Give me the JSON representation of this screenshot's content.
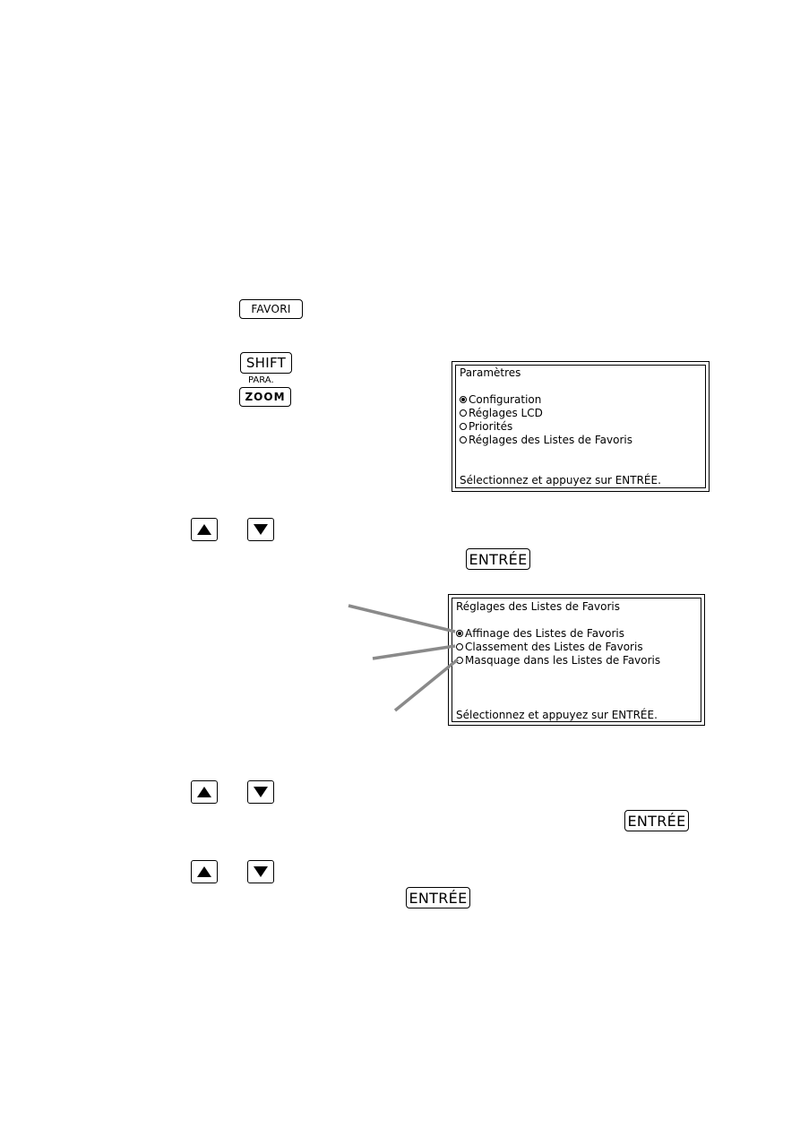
{
  "keys": {
    "favori": "FAVORI",
    "shift": "SHIFT",
    "para_label": "PARA.",
    "zoom": "ZOOM",
    "entree": "ENTRÉE"
  },
  "icons": {
    "up": "triangle-up-icon",
    "down": "triangle-down-icon"
  },
  "screen1": {
    "title": "Paramètres",
    "options": [
      {
        "label": "Configuration",
        "selected": true
      },
      {
        "label": "Réglages LCD",
        "selected": false
      },
      {
        "label": "Priorités",
        "selected": false
      },
      {
        "label": "Réglages des Listes de Favoris",
        "selected": false
      }
    ],
    "footer": "Sélectionnez et appuyez sur ENTRÉE."
  },
  "screen2": {
    "title": "Réglages des Listes de Favoris",
    "options": [
      {
        "label": "Affinage des Listes de Favoris",
        "selected": true
      },
      {
        "label": "Classement des Listes de Favoris",
        "selected": false
      },
      {
        "label": "Masquage dans les Listes de Favoris",
        "selected": false
      }
    ],
    "footer": "Sélectionnez et appuyez sur ENTRÉE."
  },
  "colors": {
    "callout_line": "#8a8a8a"
  }
}
